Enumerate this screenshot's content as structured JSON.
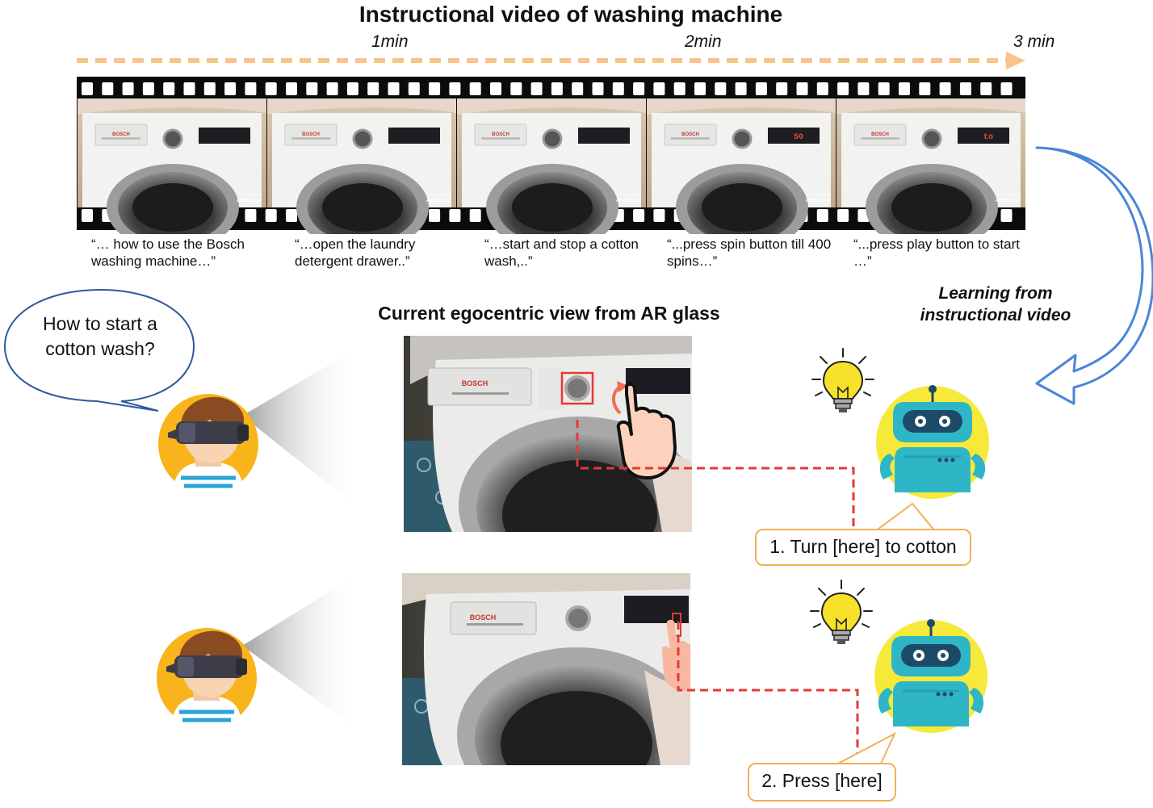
{
  "title": "Instructional video of washing machine",
  "timeline": {
    "marks": [
      "1min",
      "2min",
      "3 min"
    ]
  },
  "film": {
    "frame_captions": [
      "“… how to use the Bosch washing machine…”",
      "“…open the laundry detergent drawer..”",
      "“…start and stop a cotton wash,..”",
      "“...press spin button till 400 spins…”",
      "“...press play button to start …”"
    ],
    "frame_brand": "BOSCH",
    "frame_watermark_1": "MADE IN",
    "frame_watermark_2": "ANIMOTICA",
    "display_readouts": [
      "",
      "",
      "",
      "50",
      "to"
    ]
  },
  "learning_label_line1": "Learning from",
  "learning_label_line2": "instructional video",
  "ego_view_title": "Current egocentric view from AR glass",
  "user_question": "How to start a cotton wash?",
  "scene_brand": "BOSCH",
  "steps": [
    {
      "label": "1. Turn [here] to cotton"
    },
    {
      "label": "2. Press [here]"
    }
  ],
  "colors": {
    "timeline_arrow": "#f9c48b",
    "learn_arrow": "#4a86d8",
    "dashed_guide": "#e53935",
    "highlight_box": "#e53935",
    "callout_border": "#f2b056",
    "robot_body": "#2fb6c6",
    "robot_circle": "#f6e93a",
    "user_circle": "#f8b41a"
  },
  "icons": [
    "lightbulb-icon",
    "robot-icon",
    "user-vr-headset-icon",
    "pointing-hand-icon",
    "rotate-arrow-icon"
  ]
}
